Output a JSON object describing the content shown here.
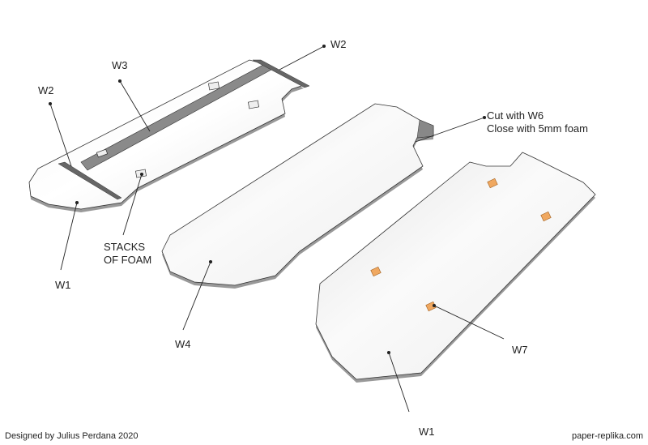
{
  "labels": {
    "w2_right": "W2",
    "w3": "W3",
    "w2_left": "W2",
    "stacks_line1": "STACKS",
    "stacks_line2": "OF FOAM",
    "w1_left": "W1",
    "w4": "W4",
    "cut_line1": "Cut with W6",
    "cut_line2": "Close with 5mm foam",
    "w7": "W7",
    "w1_right": "W1"
  },
  "footer": {
    "credit": "Designed by Julius Perdana 2020",
    "site": "paper-replika.com"
  },
  "colors": {
    "foam_pad": "#f0a860",
    "spar": "#8a8a8a",
    "outline": "#333333"
  }
}
